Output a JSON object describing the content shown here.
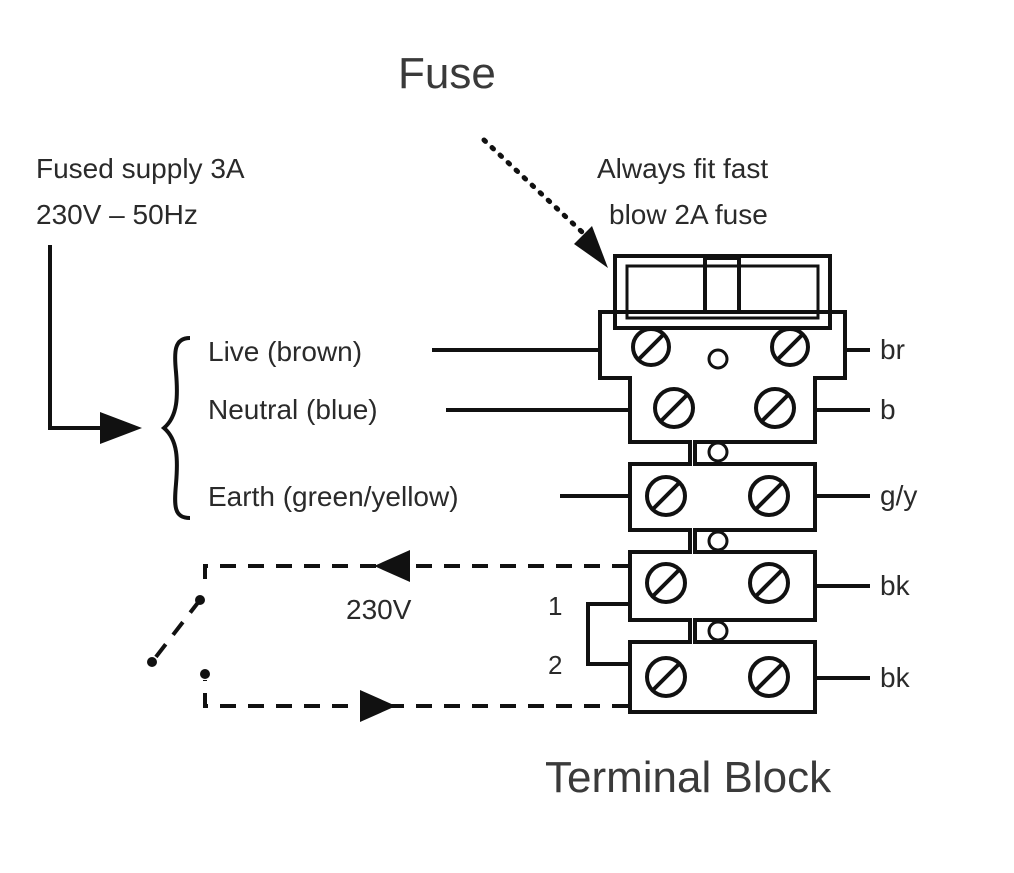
{
  "labels": {
    "fuse_title": "Fuse",
    "supply_line1": "Fused supply 3A",
    "supply_line2": "230V – 50Hz",
    "fuse_note_line1": "Always fit fast",
    "fuse_note_line2": "blow 2A fuse",
    "live": "Live (brown)",
    "neutral": "Neutral (blue)",
    "earth": "Earth (green/yellow)",
    "voltage": "230V",
    "terminal_1": "1",
    "terminal_2": "2",
    "block_title": "Terminal Block"
  },
  "wire_codes": [
    "br",
    "b",
    "g/y",
    "bk",
    "bk"
  ]
}
